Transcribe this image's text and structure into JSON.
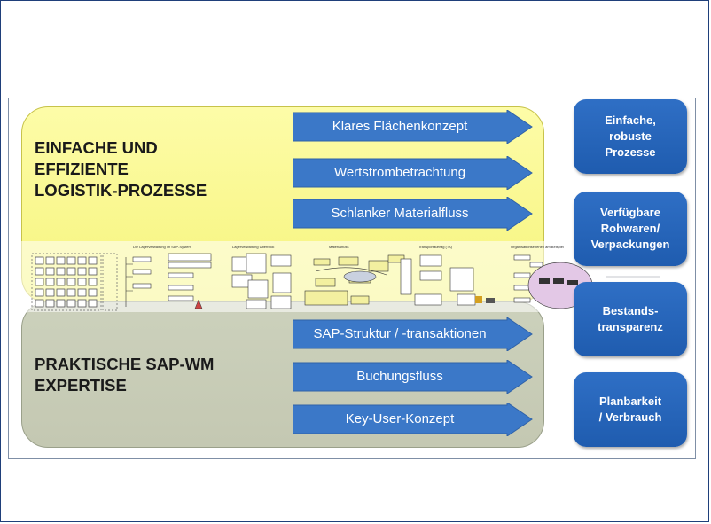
{
  "left_titles": {
    "top": "EINFACHE UND\nEFFIZIENTE\nLOGISTIK-PROZESSE",
    "bottom": "PRAKTISCHE SAP-WM\nEXPERTISE"
  },
  "arrows": [
    "Klares Flächenkonzept",
    "Wertstrombetrachtung",
    "Schlanker Materialfluss",
    "SAP-Struktur / -transaktionen",
    "Buchungsfluss",
    "Key-User-Konzept"
  ],
  "outcomes": [
    "Einfache,\nrobuste\nProzesse",
    "Verfügbare\nRohwaren/\nVerpackungen",
    "Bestands-\ntransparenz",
    "Planbarkeit\n/ Verbrauch"
  ],
  "strip_captions": [
    "Die Lagerverwaltung im SAP-System",
    "Lagerverwaltung Überblick",
    "Materialfluss",
    "Transportauftrag (TA)",
    "Organisationsebenen am Beispiel"
  ],
  "colors": {
    "arrow": "#3b78c8",
    "box": "#2565b8",
    "panel_top": "#f8f68a",
    "panel_bottom": "#c8ccb6"
  }
}
